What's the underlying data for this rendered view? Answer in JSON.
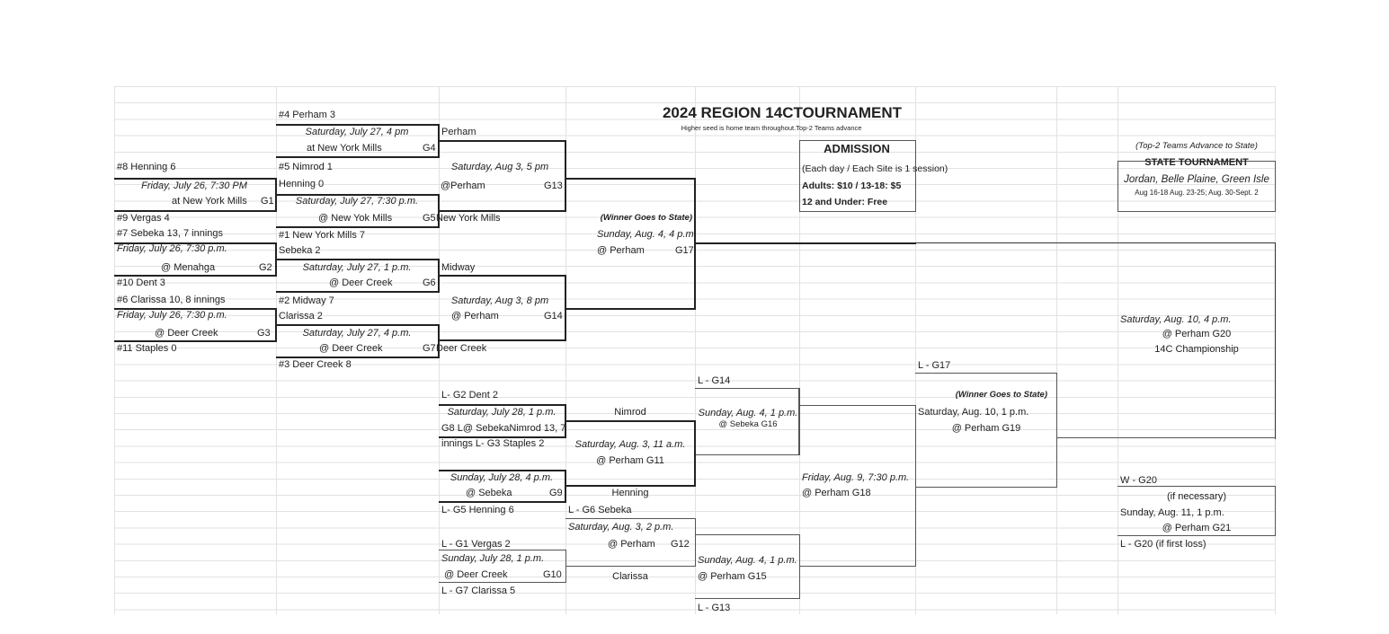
{
  "title": "2024 REGION 14CTOURNAMENT",
  "subtitle": "Higher seed is home team throughout.Top-2 Teams advance",
  "admission": {
    "heading": "ADMISSION",
    "note": "(Each day / Each Site is 1 session)",
    "adults": "Adults: $10 / 13-18: $5",
    "kids": "12 and Under: Free"
  },
  "state": {
    "note": "(Top-2 Teams Advance to State)",
    "heading": "STATE TOURNAMENT",
    "sites": "Jordan, Belle Plaine, Green Isle",
    "dates": "Aug 16-18 Aug. 23-25; Aug. 30-Sept. 2"
  },
  "r1": [
    "#8 Henning 6",
    "Friday, July 26, 7:30 PM",
    "at New York Mills",
    "G1",
    "#9 Vergas 4",
    "#7 Sebeka 13, 7 innings",
    "Friday, July 26, 7:30 p.m.",
    "@ Menahga",
    "G2",
    "#10 Dent 3",
    "#6 Clarissa 10, 8 innings",
    "Friday, July 26, 7:30 p.m.",
    "@ Deer Creek",
    "G3",
    "#11 Staples 0"
  ],
  "r2": [
    "#4 Perham 3",
    "Saturday, July 27, 4 pm",
    "at New York Mills",
    "G4",
    "#5 Nimrod 1",
    "Henning 0",
    "Saturday, July 27, 7:30 p.m.",
    "@ New Yok Mills",
    "G5",
    "#1 New York Mills 7",
    "Sebeka 2",
    "Saturday, July 27, 1 p.m.",
    "@ Deer Creek",
    "G6",
    "#2 Midway 7",
    "Clarissa 2",
    "Saturday, July 27, 4 p.m.",
    "@ Deer Creek",
    "G7",
    "#3 Deer Creek 8"
  ],
  "r3": [
    "Perham",
    "Saturday, Aug 3, 5 pm",
    "@Perham",
    "G13",
    "New York Mills",
    "Midway",
    "Saturday, Aug 3, 8 pm",
    "@ Perham",
    "G14",
    "Deer Creek"
  ],
  "r4": [
    "(Winner Goes to State)",
    "Sunday, Aug. 4, 4 p.m.",
    "@ Perham",
    "G17"
  ],
  "champ": [
    "Saturday, Aug. 10, 4 p.m.",
    "@ Perham G20",
    "14C Championship"
  ],
  "g19": [
    "L - G17",
    "(Winner Goes to State)",
    "Saturday, Aug. 10, 1 p.m.",
    "@ Perham G19"
  ],
  "losers": [
    "L- G2 Dent 2",
    "Saturday, July 28, 1 p.m.",
    "G8  L@ SebekaNimrod  13,  7",
    "innings L- G3 Staples 2",
    "Sunday, July 28, 4 p.m.",
    "@ Sebeka",
    "G9",
    "L- G5 Henning 6",
    "L - G1 Vergas 2",
    "Sunday, July 28, 1 p.m.",
    "@ Deer Creek",
    "G10",
    "L - G7 Clarissa 5"
  ],
  "l2": [
    "Nimrod",
    "Saturday, Aug. 3, 11 a.m.",
    "@ Perham G11",
    "Henning",
    "L - G6 Sebeka",
    "Saturday, Aug. 3, 2 p.m.",
    "@ Perham",
    "G12",
    "Clarissa"
  ],
  "l3": [
    "L - G14",
    "Sunday, Aug. 4, 1 p.m.",
    "@ Sebeka G16",
    "Sunday, Aug. 4, 1 p.m.",
    "@ Perham G15",
    "L - G13"
  ],
  "g18": [
    "Friday, Aug. 9, 7:30 p.m.",
    "@ Perham G18"
  ],
  "g21": [
    "W - G20",
    "(if necessary)",
    "Sunday, Aug. 11, 1 p.m.",
    "@ Perham G21",
    "L - G20 (if first loss)"
  ]
}
